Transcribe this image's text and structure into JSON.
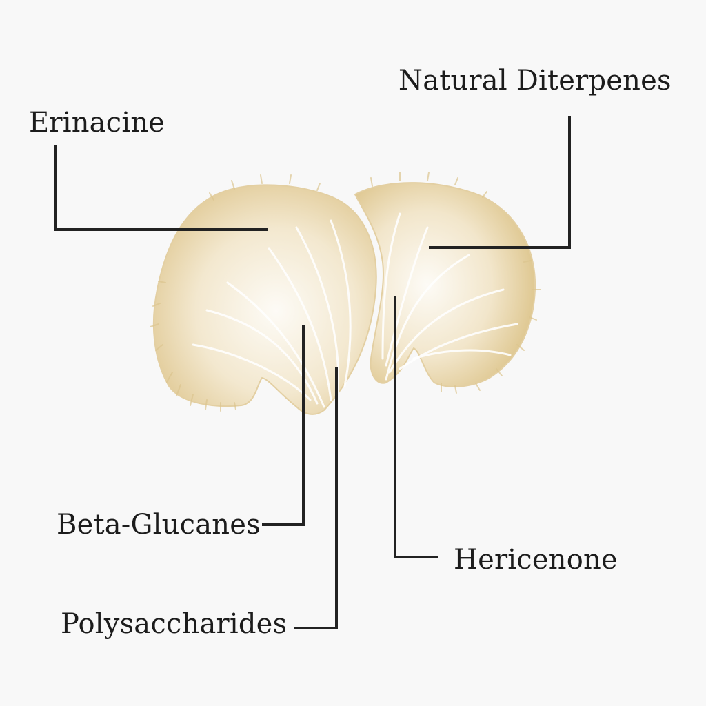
{
  "labels": {
    "erinacine": "Erinacine",
    "natural_diterpenes": "Natural Diterpenes",
    "beta_glucanes": "Beta-Glucanes",
    "hericenone": "Hericenone",
    "polysaccharides": "Polysaccharides"
  },
  "colors": {
    "background": "#f8f8f8",
    "text": "#1c1c1c",
    "leader_line": "#222222",
    "mushroom_outer": "#ecdcb6",
    "mushroom_inner": "#fbf7ee",
    "mushroom_shadow": "#d9c493"
  }
}
